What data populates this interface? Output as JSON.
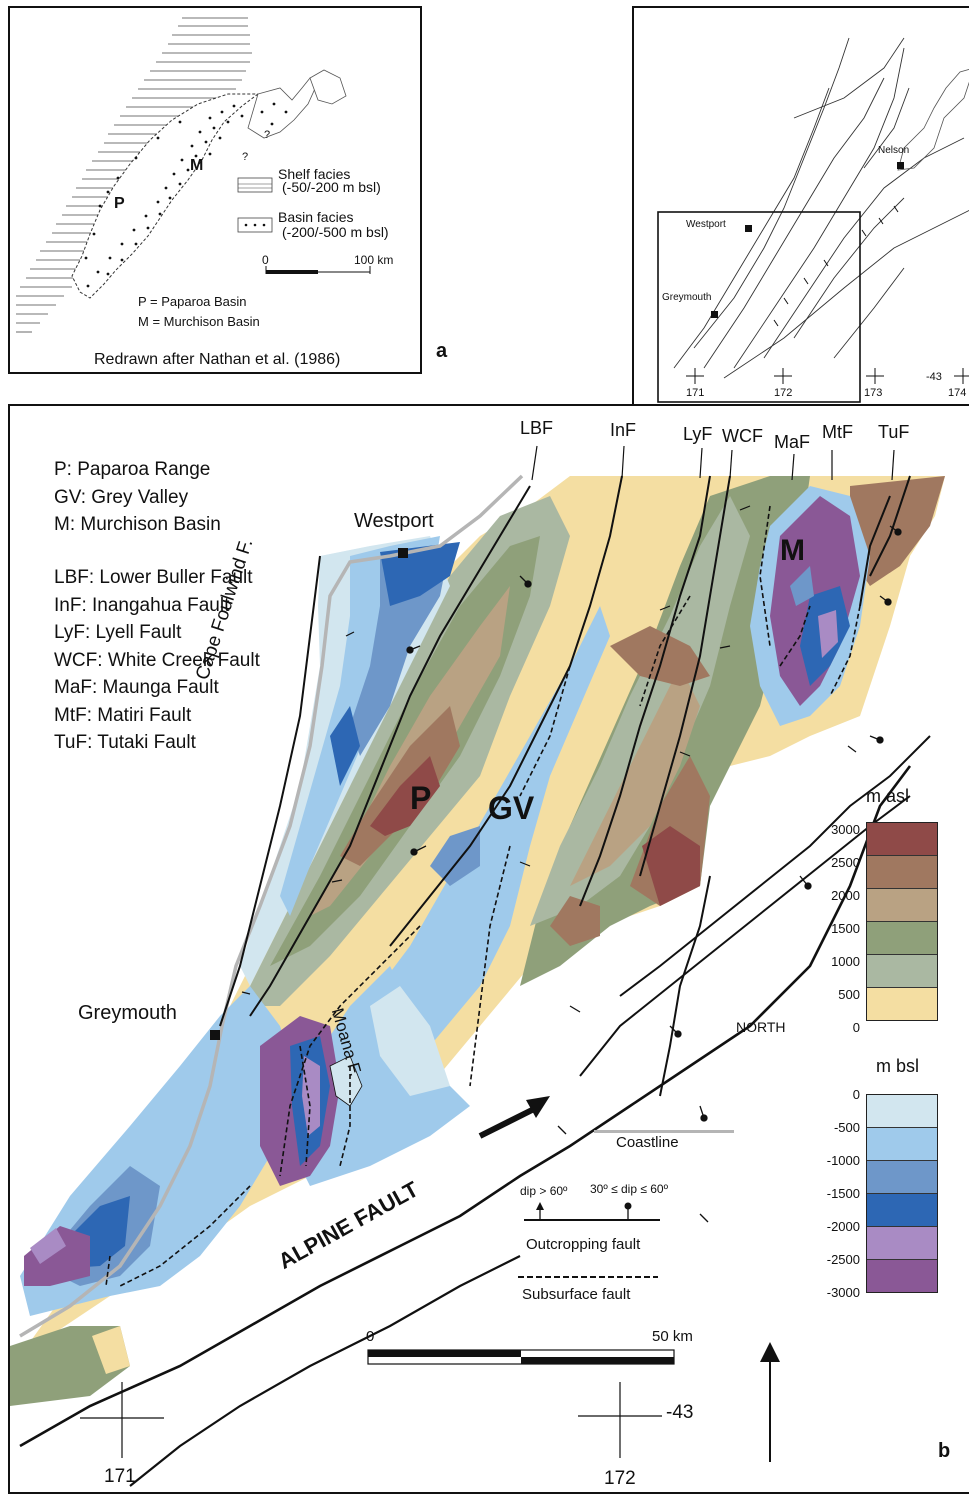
{
  "panel_a": {
    "letter": "a",
    "labels": {
      "paparoa_letter": "P",
      "murchison_letter": "M"
    },
    "legend": [
      {
        "symbol": "hatch",
        "name": "Shelf facies",
        "range": "(-50/-200 m bsl)"
      },
      {
        "symbol": "dots",
        "name": "Basin facies",
        "range": "(-200/-500 m bsl)"
      }
    ],
    "scale": {
      "start": "0",
      "end": "100 km"
    },
    "abbreviations": [
      "P  =  Paparoa Basin",
      "M = Murchison Basin"
    ],
    "credit": "Redrawn after Nathan et al. (1986)"
  },
  "inset_map": {
    "towns": [
      "Nelson",
      "Westport",
      "Greymouth"
    ],
    "lon_ticks": [
      "171",
      "172",
      "173",
      "174"
    ],
    "lat_tick": "-43"
  },
  "panel_b": {
    "letter": "b",
    "abbrev_places": [
      "P: Paparoa Range",
      "GV: Grey Valley",
      "M: Murchison Basin"
    ],
    "abbrev_faults": [
      "LBF: Lower Buller Fault",
      "InF: Inangahua Fault",
      "LyF: Lyell Fault",
      "WCF: White Creek Fault",
      "MaF: Maunga Fault",
      "MtF: Matiri Fault",
      "TuF: Tutaki Fault"
    ],
    "fault_codes": [
      "LBF",
      "InF",
      "LyF",
      "WCF",
      "MaF",
      "MtF",
      "TuF"
    ],
    "towns": {
      "westport": "Westport",
      "greymouth": "Greymouth"
    },
    "map_letters": {
      "p": "P",
      "gv": "GV",
      "m": "M"
    },
    "fault_names": {
      "cape_foulwind": "Cape Foulwind F.",
      "moana": "Moana F.",
      "alpine": "ALPINE FAULT"
    },
    "north": "NORTH",
    "coastline": "Coastline",
    "dip_steep": "dip  > 60º",
    "dip_moderate": "30º ≤ dip ≤ 60º",
    "outcropping": "Outcropping fault",
    "subsurface": "Subsurface fault",
    "scale": {
      "start": "0",
      "end": "50 km"
    },
    "lon_ticks": [
      "171",
      "172"
    ],
    "lat_tick": "-43",
    "elevation_legend": {
      "title": "m asl",
      "ticks": [
        "3000",
        "2500",
        "2000",
        "1500",
        "1000",
        "500",
        "0"
      ],
      "colors": [
        "#8f4a48",
        "#a07860",
        "#b9a283",
        "#8fa07a",
        "#aab8a2",
        "#f4dea2"
      ]
    },
    "depth_legend": {
      "title": "m bsl",
      "ticks": [
        "0",
        "-500",
        "-1000",
        "-1500",
        "-2000",
        "-2500",
        "-3000"
      ],
      "colors": [
        "#d2e6ef",
        "#9fcaeb",
        "#6e97c9",
        "#2d67b4",
        "#a98bc4",
        "#8a5896"
      ]
    }
  }
}
